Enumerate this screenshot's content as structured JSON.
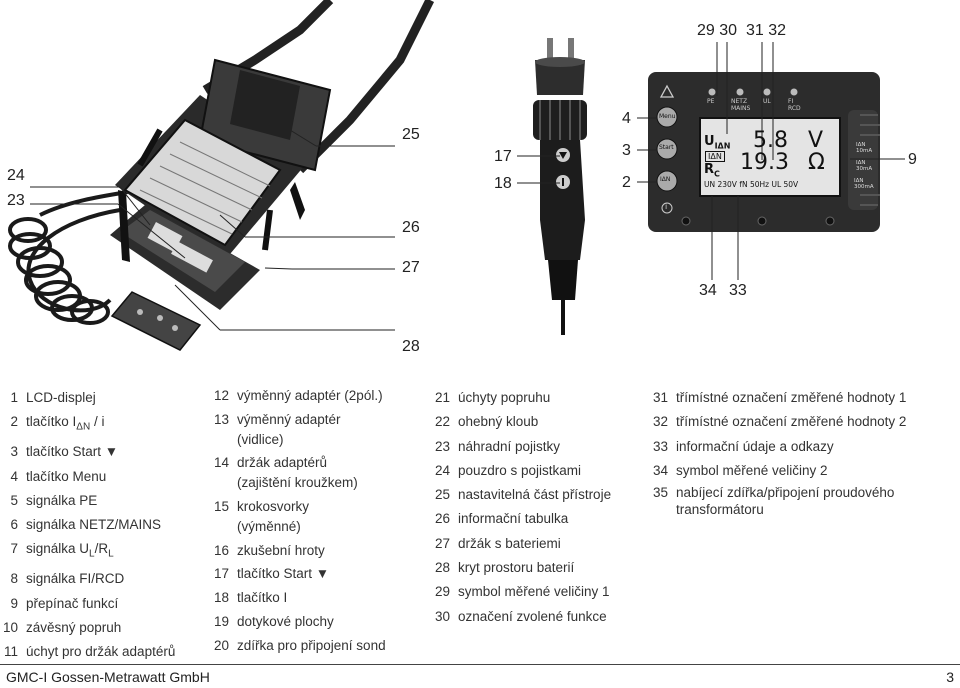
{
  "callouts": [
    "25",
    "26",
    "27",
    "28",
    "24",
    "23",
    "17",
    "18",
    "4",
    "3",
    "2",
    "9",
    "29 30",
    "31 32",
    "34",
    "33"
  ],
  "lcd": {
    "top_labels": [
      "PE",
      "NETZ\nMAINS",
      "UL",
      "FI\nRCD"
    ],
    "line1_label": "U",
    "line1_sub": "IΔN",
    "line1_value": "5.8",
    "line1_unit": "V",
    "mode_label": "IΔN",
    "line2_label": "R",
    "line2_sub": "C",
    "line2_value": "19.3",
    "line2_unit": "Ω",
    "bottom_line": "UN 230V fN 50Hz  UL 50V",
    "buttons": [
      "Menu",
      "Start",
      "IΔN",
      "i"
    ],
    "selector_labels": [
      "IΔN\n10mA",
      "IΔN\n30mA",
      "IΔN\n300mA"
    ]
  },
  "legend": {
    "col1": [
      {
        "n": "1",
        "t": "LCD-displej"
      },
      {
        "n": "2",
        "t": "tlačítko I",
        "sub": "ΔN",
        "after": " / i"
      },
      {
        "n": "3",
        "t": "tlačítko Start ▼"
      },
      {
        "n": "4",
        "t": "tlačítko Menu"
      },
      {
        "n": "5",
        "t": "signálka PE"
      },
      {
        "n": "6",
        "t": "signálka NETZ/MAINS"
      },
      {
        "n": "7",
        "t": "signálka U",
        "sub": "L",
        "after": "/R",
        "sub2": "L"
      },
      {
        "n": "8",
        "t": "signálka FI/RCD"
      },
      {
        "n": "9",
        "t": "přepínač funkcí"
      },
      {
        "n": "10",
        "t": "závěsný popruh"
      },
      {
        "n": "11",
        "t": "úchyt pro držák adaptérů"
      }
    ],
    "col2": [
      {
        "n": "12",
        "t": "výměnný adaptér (2pól.)"
      },
      {
        "n": "13",
        "t": "výměnný adaptér"
      },
      {
        "n": "",
        "t": "(vidlice)"
      },
      {
        "n": "14",
        "t": "držák adaptérů"
      },
      {
        "n": "",
        "t": "(zajištění kroužkem)"
      },
      {
        "n": "15",
        "t": "krokosvorky"
      },
      {
        "n": "",
        "t": "(výměnné)"
      },
      {
        "n": "16",
        "t": "zkušební hroty"
      },
      {
        "n": "17",
        "t": "tlačítko Start ▼"
      },
      {
        "n": "18",
        "t": "tlačítko I"
      },
      {
        "n": "19",
        "t": "dotykové plochy"
      },
      {
        "n": "20",
        "t": "zdířka pro připojení sond"
      }
    ],
    "col3": [
      {
        "n": "21",
        "t": "úchyty popruhu"
      },
      {
        "n": "22",
        "t": "ohebný kloub"
      },
      {
        "n": "23",
        "t": "náhradní pojistky"
      },
      {
        "n": "24",
        "t": "pouzdro s pojistkami"
      },
      {
        "n": "25",
        "t": "nastavitelná část přístroje"
      },
      {
        "n": "26",
        "t": "informační tabulka"
      },
      {
        "n": "27",
        "t": "držák s bateriemi"
      },
      {
        "n": "28",
        "t": "kryt prostoru baterií"
      },
      {
        "n": "29",
        "t": "symbol měřené veličiny 1"
      },
      {
        "n": "30",
        "t": "označení zvolené funkce"
      }
    ],
    "col4": [
      {
        "n": "31",
        "t": "třímístné označení změřené hodnoty 1"
      },
      {
        "n": "32",
        "t": "třímístné označení změřené hodnoty 2"
      },
      {
        "n": "33",
        "t": "informační údaje a odkazy"
      },
      {
        "n": "34",
        "t": "symbol měřené veličiny 2"
      },
      {
        "n": "35",
        "t": "nabíjecí zdířka/připojení proudového"
      },
      {
        "n": "",
        "t": "transformátoru"
      }
    ]
  },
  "footer": {
    "left": "GMC-I Gossen-Metrawatt GmbH",
    "right": "3"
  }
}
